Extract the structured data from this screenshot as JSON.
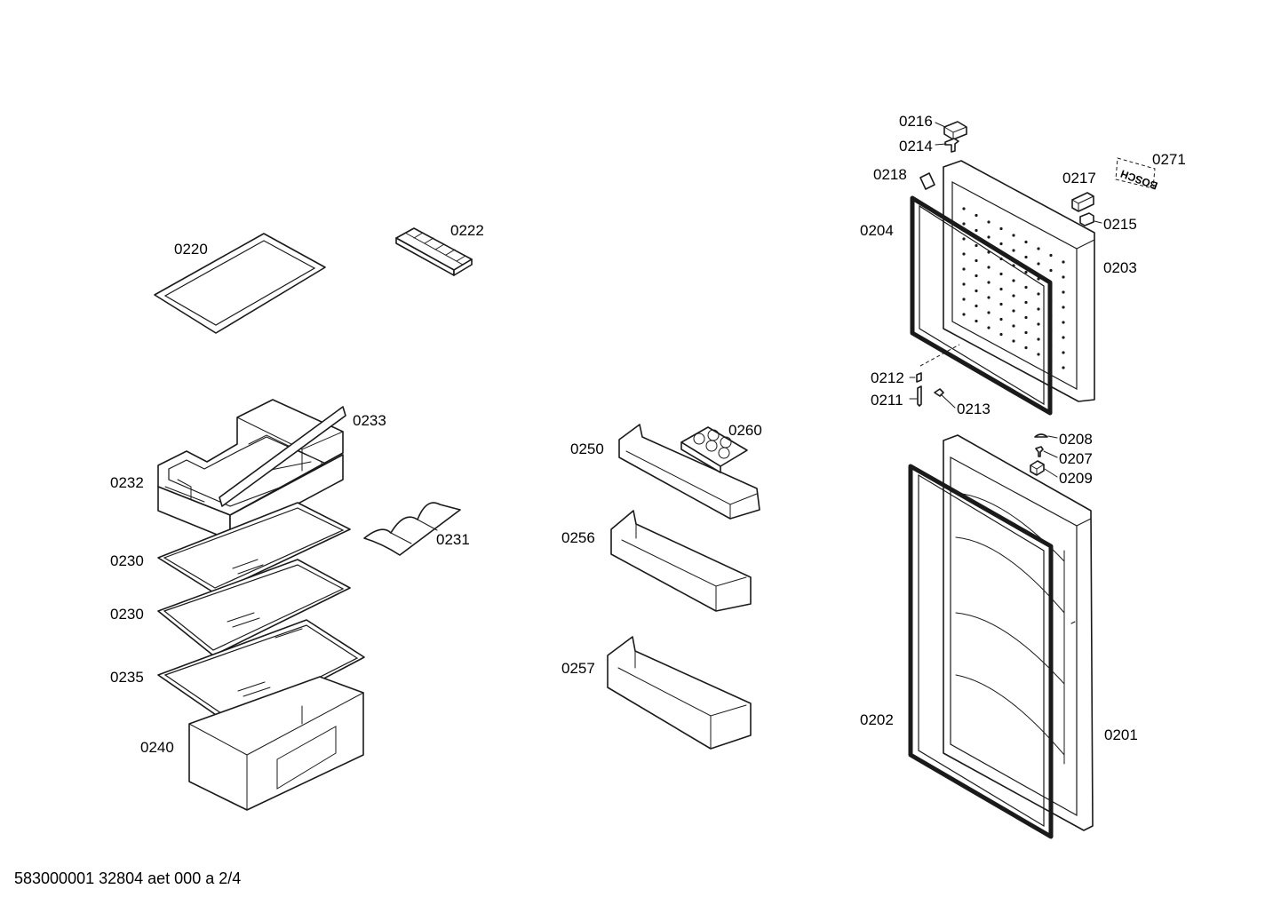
{
  "footer_text": "583000001 32804 aet 000 a 2/4",
  "labels": {
    "p0201": "0201",
    "p0202": "0202",
    "p0203": "0203",
    "p0204": "0204",
    "p0207": "0207",
    "p0208": "0208",
    "p0209": "0209",
    "p0211": "0211",
    "p0212": "0212",
    "p0213": "0213",
    "p0214": "0214",
    "p0215": "0215",
    "p0216": "0216",
    "p0217": "0217",
    "p0218": "0218",
    "p0220": "0220",
    "p0222": "0222",
    "p0230a": "0230",
    "p0230b": "0230",
    "p0231": "0231",
    "p0232": "0232",
    "p0233": "0233",
    "p0235": "0235",
    "p0240": "0240",
    "p0250": "0250",
    "p0256": "0256",
    "p0257": "0257",
    "p0260": "0260",
    "p0271": "0271"
  },
  "logo_text": "BOSCH"
}
